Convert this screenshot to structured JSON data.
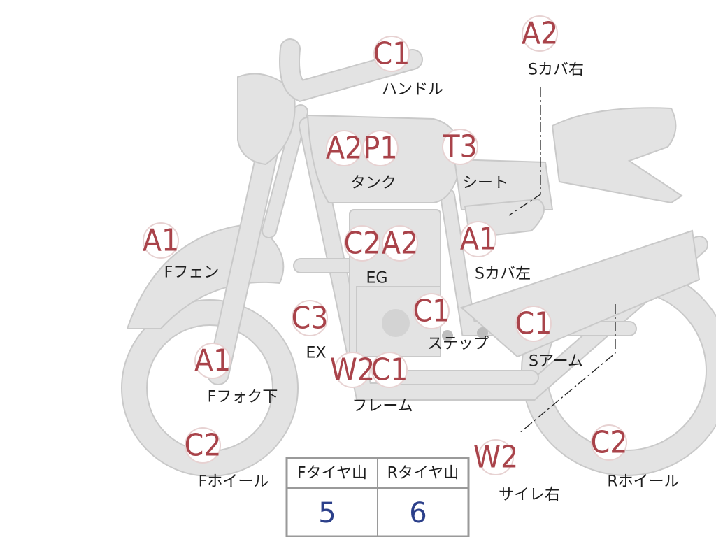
{
  "labels": [
    {
      "id": "handle",
      "codes": [
        "C1"
      ],
      "part": "ハンドル"
    },
    {
      "id": "side-cover-r",
      "codes": [
        "A2"
      ],
      "part": "Sカバ右"
    },
    {
      "id": "tank",
      "codes": [
        "A2",
        "P1"
      ],
      "part": "タンク"
    },
    {
      "id": "seat",
      "codes": [
        "T3"
      ],
      "part": "シート"
    },
    {
      "id": "f-fender",
      "codes": [
        "A1"
      ],
      "part": "Fフェン"
    },
    {
      "id": "engine",
      "codes": [
        "C2",
        "A2"
      ],
      "part": "EG"
    },
    {
      "id": "side-cover-l",
      "codes": [
        "A1"
      ],
      "part": "Sカバ左"
    },
    {
      "id": "exhaust",
      "codes": [
        "C3"
      ],
      "part": "EX"
    },
    {
      "id": "step",
      "codes": [
        "C1"
      ],
      "part": "ステップ"
    },
    {
      "id": "swing-arm",
      "codes": [
        "C1"
      ],
      "part": "Sアーム"
    },
    {
      "id": "f-fork",
      "codes": [
        "A1"
      ],
      "part": "Fフォク下"
    },
    {
      "id": "frame",
      "codes": [
        "W2",
        "C1"
      ],
      "part": "フレーム"
    },
    {
      "id": "f-wheel",
      "codes": [
        "C2"
      ],
      "part": "Fホイール"
    },
    {
      "id": "muffler-r",
      "codes": [
        "W2"
      ],
      "part": "サイレ右"
    },
    {
      "id": "r-wheel",
      "codes": [
        "C2"
      ],
      "part": "Rホイール"
    }
  ],
  "tire_table": {
    "front_header": "Fタイヤ山",
    "rear_header": "Rタイヤ山",
    "front_value": "5",
    "rear_value": "6"
  },
  "colors": {
    "code_text": "#a9434a",
    "bike_fill": "#e3e3e3",
    "value_text": "#2b3f8a"
  }
}
